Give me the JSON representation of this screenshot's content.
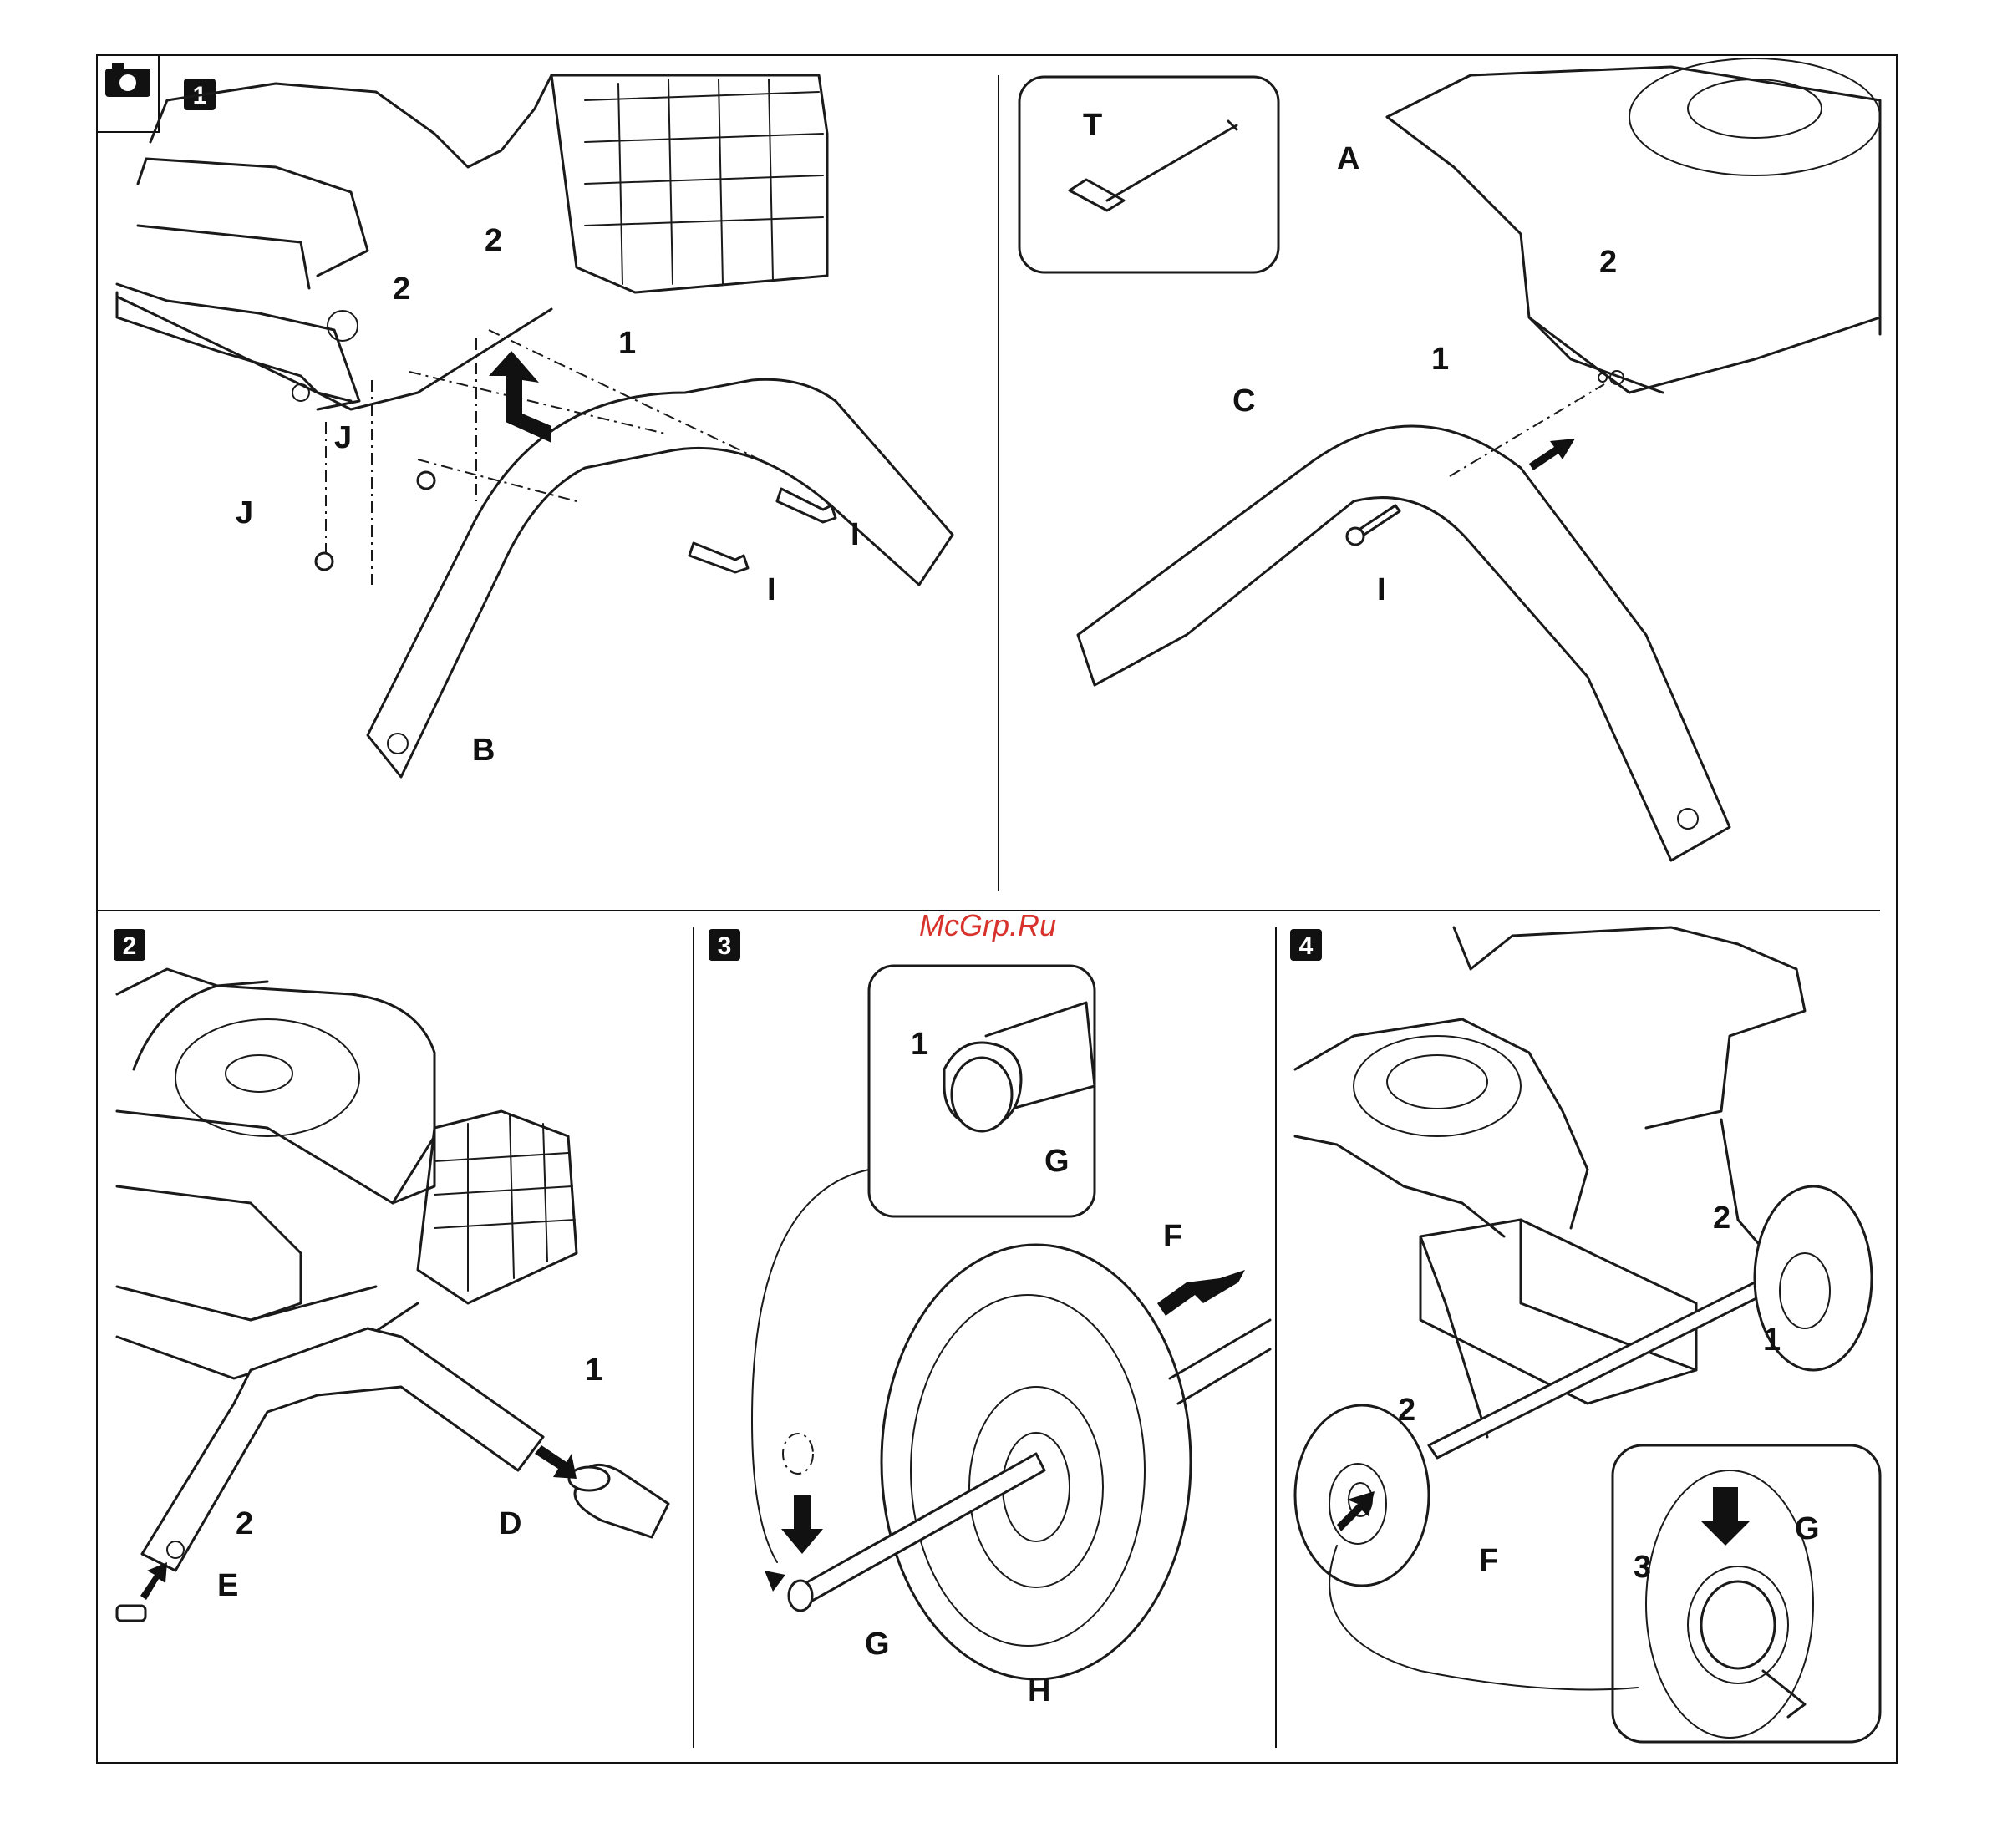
{
  "watermark": "McGrp.Ru",
  "header_icon": "camera-icon",
  "steps": {
    "s1": "1",
    "s2": "2",
    "s3": "3",
    "s4": "4"
  },
  "panel1a": {
    "labels": {
      "n2a": "2",
      "n2b": "2",
      "n1": "1",
      "Ja": "J",
      "Jb": "J",
      "Ia": "I",
      "Ib": "I",
      "B": "B"
    }
  },
  "panel1b": {
    "labels": {
      "T": "T",
      "A": "A",
      "n2": "2",
      "n1": "1",
      "C": "C",
      "I": "I"
    }
  },
  "panel2": {
    "labels": {
      "n1": "1",
      "n2": "2",
      "D": "D",
      "E": "E"
    }
  },
  "panel3": {
    "labels": {
      "n1": "1",
      "G1": "G",
      "F": "F",
      "G2": "G",
      "H": "H"
    }
  },
  "panel4": {
    "labels": {
      "n2a": "2",
      "n1": "1",
      "n2b": "2",
      "F": "F",
      "n3": "3",
      "G": "G"
    }
  }
}
